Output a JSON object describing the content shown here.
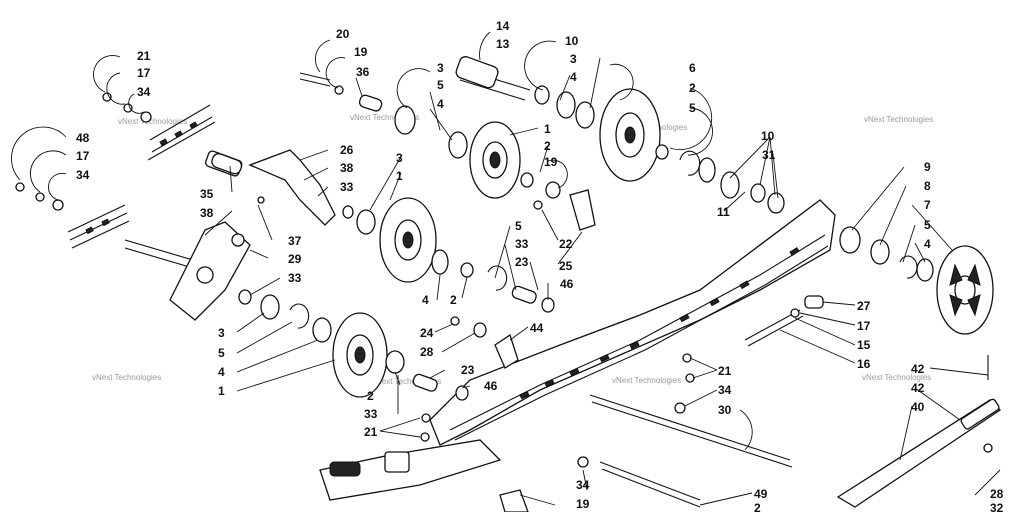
{
  "watermark": "vNext Technologies",
  "callouts": [
    {
      "id": "c20",
      "text": "20"
    },
    {
      "id": "c19a",
      "text": "19"
    },
    {
      "id": "c36",
      "text": "36"
    },
    {
      "id": "c14",
      "text": "14"
    },
    {
      "id": "c13",
      "text": "13"
    },
    {
      "id": "c10a",
      "text": "10"
    },
    {
      "id": "c3a",
      "text": "3"
    },
    {
      "id": "c4a",
      "text": "4"
    },
    {
      "id": "c6",
      "text": "6"
    },
    {
      "id": "c2a",
      "text": "2"
    },
    {
      "id": "c5a",
      "text": "5"
    },
    {
      "id": "c21a",
      "text": "21"
    },
    {
      "id": "c17a",
      "text": "17"
    },
    {
      "id": "c34a",
      "text": "34"
    },
    {
      "id": "c3b",
      "text": "3"
    },
    {
      "id": "c5b",
      "text": "5"
    },
    {
      "id": "c4b",
      "text": "4"
    },
    {
      "id": "c1a",
      "text": "1"
    },
    {
      "id": "c2b",
      "text": "2"
    },
    {
      "id": "c19b",
      "text": "19"
    },
    {
      "id": "c10b",
      "text": "10"
    },
    {
      "id": "c31",
      "text": "31"
    },
    {
      "id": "c48",
      "text": "48"
    },
    {
      "id": "c17b",
      "text": "17"
    },
    {
      "id": "c34b",
      "text": "34"
    },
    {
      "id": "c26",
      "text": "26"
    },
    {
      "id": "c38a",
      "text": "38"
    },
    {
      "id": "c33a",
      "text": "33"
    },
    {
      "id": "c3c",
      "text": "3"
    },
    {
      "id": "c1b",
      "text": "1"
    },
    {
      "id": "c35",
      "text": "35"
    },
    {
      "id": "c38b",
      "text": "38"
    },
    {
      "id": "c11",
      "text": "11"
    },
    {
      "id": "c9",
      "text": "9"
    },
    {
      "id": "c8",
      "text": "8"
    },
    {
      "id": "c7",
      "text": "7"
    },
    {
      "id": "c5c",
      "text": "5"
    },
    {
      "id": "c4c",
      "text": "4"
    },
    {
      "id": "c22",
      "text": "22"
    },
    {
      "id": "c25",
      "text": "25"
    },
    {
      "id": "c37",
      "text": "37"
    },
    {
      "id": "c29",
      "text": "29"
    },
    {
      "id": "c33b",
      "text": "33"
    },
    {
      "id": "c5d",
      "text": "5"
    },
    {
      "id": "c33c",
      "text": "33"
    },
    {
      "id": "c23a",
      "text": "23"
    },
    {
      "id": "c46a",
      "text": "46"
    },
    {
      "id": "c4d",
      "text": "4"
    },
    {
      "id": "c2c",
      "text": "2"
    },
    {
      "id": "c3d",
      "text": "3"
    },
    {
      "id": "c5e",
      "text": "5"
    },
    {
      "id": "c4e",
      "text": "4"
    },
    {
      "id": "c1c",
      "text": "1"
    },
    {
      "id": "c24",
      "text": "24"
    },
    {
      "id": "c28a",
      "text": "28"
    },
    {
      "id": "c44",
      "text": "44"
    },
    {
      "id": "c27",
      "text": "27"
    },
    {
      "id": "c17c",
      "text": "17"
    },
    {
      "id": "c15",
      "text": "15"
    },
    {
      "id": "c16",
      "text": "16"
    },
    {
      "id": "c21b",
      "text": "21"
    },
    {
      "id": "c34c",
      "text": "34"
    },
    {
      "id": "c30",
      "text": "30"
    },
    {
      "id": "c42a",
      "text": "42"
    },
    {
      "id": "c42b",
      "text": "42"
    },
    {
      "id": "c40",
      "text": "40"
    },
    {
      "id": "c2d",
      "text": "2"
    },
    {
      "id": "c33d",
      "text": "33"
    },
    {
      "id": "c23b",
      "text": "23"
    },
    {
      "id": "c46b",
      "text": "46"
    },
    {
      "id": "c21c",
      "text": "21"
    },
    {
      "id": "c34d",
      "text": "34"
    },
    {
      "id": "c19c",
      "text": "19"
    },
    {
      "id": "c49",
      "text": "49"
    },
    {
      "id": "c2e",
      "text": "2"
    },
    {
      "id": "c28b",
      "text": "28"
    },
    {
      "id": "c32",
      "text": "32"
    }
  ]
}
